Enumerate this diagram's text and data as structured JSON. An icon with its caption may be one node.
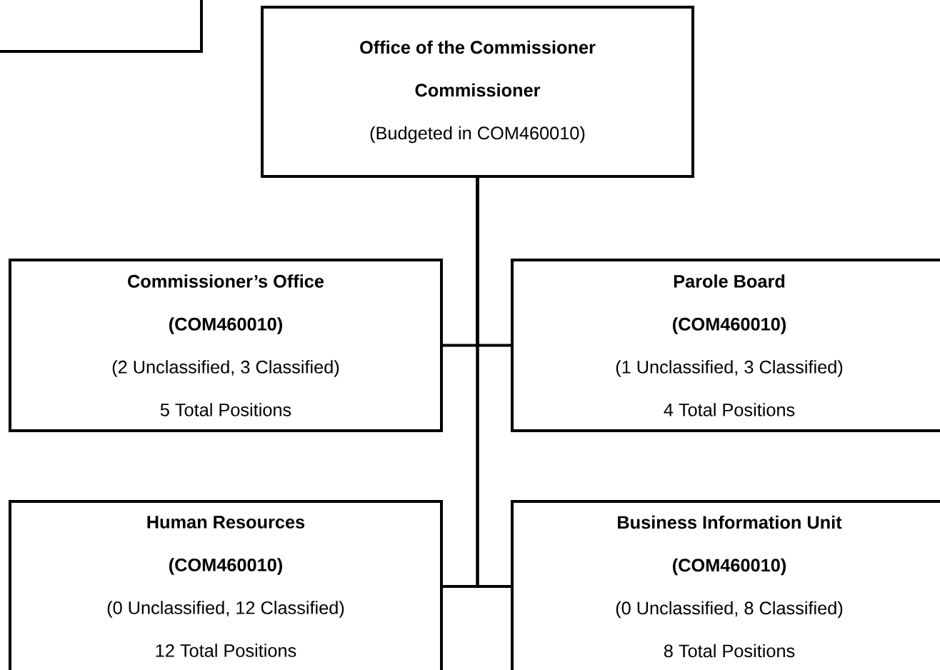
{
  "diagram": {
    "nodes": [
      {
        "text": [],
        "shape": "box"
      },
      {
        "text": [
          "Office of the Commissioner",
          "Commissioner",
          "(Budgeted in COM460010)"
        ]
      },
      {
        "text": [
          "Commissioner’s Office",
          "(COM460010)",
          "(2 Unclassified, 3 Classified)",
          "5 Total Positions"
        ]
      },
      {
        "text": [
          "Parole Board",
          "(COM460010)",
          "(1 Unclassified, 3 Classified)",
          "4 Total Positions"
        ]
      },
      {
        "text": [
          "Human Resources",
          "(COM460010)",
          "(0 Unclassified, 12 Classified)",
          "12 Total Positions"
        ]
      },
      {
        "text": [
          "Business Information Unit",
          "(COM460010)",
          "(0 Unclassified, 8 Classified)",
          "8 Total Positions"
        ]
      }
    ],
    "edges": [
      {
        "from": 1,
        "to": 2,
        "arrow": "none"
      },
      {
        "from": 1,
        "to": 3,
        "arrow": "none"
      },
      {
        "from": 1,
        "to": 4,
        "arrow": "none"
      },
      {
        "from": 1,
        "to": 5,
        "arrow": "none"
      }
    ]
  }
}
